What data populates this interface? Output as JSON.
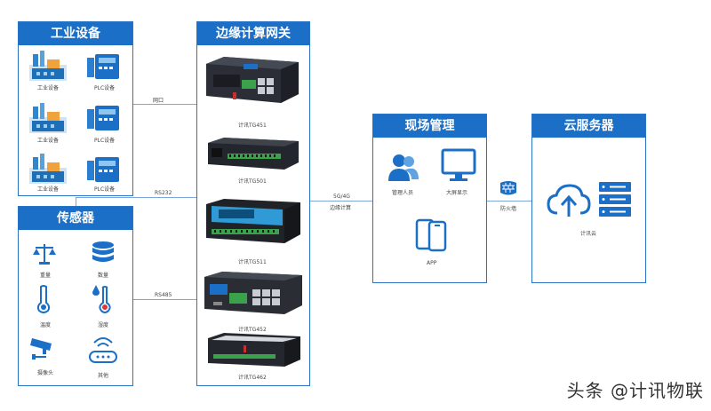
{
  "industrial": {
    "title": "工业设备",
    "rows": [
      {
        "left": "工业设备",
        "right": "PLC设备"
      },
      {
        "left": "工业设备",
        "right": "PLC设备"
      },
      {
        "left": "工业设备",
        "right": "PLC设备"
      }
    ]
  },
  "sensors": {
    "title": "传感器",
    "items": [
      "重量",
      "数量",
      "温度",
      "湿度",
      "摄像头",
      "其他"
    ]
  },
  "gateway": {
    "title": "边缘计算网关",
    "devices": [
      "计讯TG451",
      "计讯TG501",
      "计讯TG511",
      "计讯TG452",
      "计讯TG462"
    ]
  },
  "connections": {
    "net_port": "网口",
    "rs232": "RS232",
    "rs485": "RS485",
    "net_5g4g": "5G/4G",
    "edge_compute": "边缘计算",
    "firewall": "防火墙"
  },
  "site": {
    "title": "现场管理",
    "items": [
      "管理人员",
      "大屏显示",
      "APP"
    ]
  },
  "cloud": {
    "title": "云服务器",
    "label": "计讯云"
  },
  "watermark": "头条 @计讯物联"
}
